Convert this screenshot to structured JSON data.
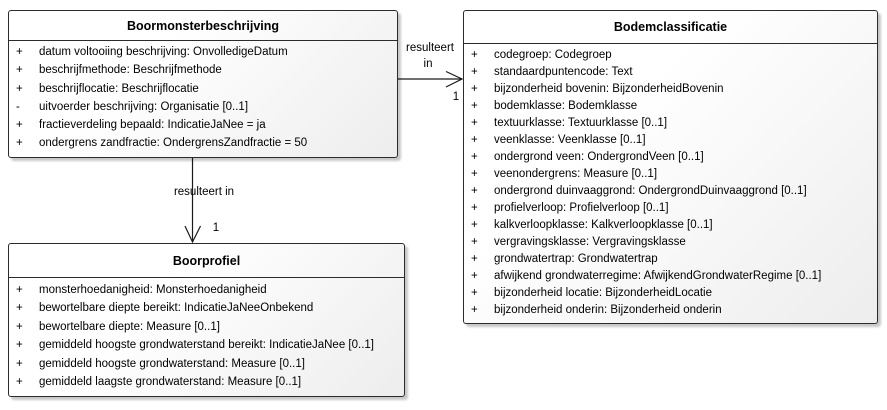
{
  "diagram": {
    "type": "uml-class-diagram",
    "background_color": "#ffffff",
    "box_border_color": "#2b2b2b",
    "box_fill_colors": [
      "#ffffff",
      "#ededed"
    ],
    "text_color": "#000000"
  },
  "classes": [
    {
      "title": "Boormonsterbeschrijving",
      "attributes": [
        {
          "vis": "+",
          "text": "datum voltooiing beschrijving: OnvolledigeDatum"
        },
        {
          "vis": "+",
          "text": "beschrijfmethode: Beschrijfmethode"
        },
        {
          "vis": "+",
          "text": "beschrijflocatie: Beschrijflocatie"
        },
        {
          "vis": "-",
          "text": "uitvoerder beschrijving: Organisatie [0..1]"
        },
        {
          "vis": "+",
          "text": "fractieverdeling bepaald: IndicatieJaNee = ja"
        },
        {
          "vis": "+",
          "text": "ondergrens zandfractie: OndergrensZandfractie = 50"
        }
      ]
    },
    {
      "title": "Bodemclassificatie",
      "attributes": [
        {
          "vis": "+",
          "text": "codegroep: Codegroep"
        },
        {
          "vis": "+",
          "text": "standaardpuntencode: Text"
        },
        {
          "vis": "+",
          "text": "bijzonderheid bovenin: BijzonderheidBovenin"
        },
        {
          "vis": "+",
          "text": "bodemklasse: Bodemklasse"
        },
        {
          "vis": "+",
          "text": "textuurklasse: Textuurklasse [0..1]"
        },
        {
          "vis": "+",
          "text": "veenklasse: Veenklasse [0..1]"
        },
        {
          "vis": "+",
          "text": "ondergrond veen: OndergrondVeen [0..1]"
        },
        {
          "vis": "+",
          "text": "veenondergrens: Measure [0..1]"
        },
        {
          "vis": "+",
          "text": "ondergrond duinvaaggrond: OndergrondDuinvaaggrond [0..1]"
        },
        {
          "vis": "+",
          "text": "profielverloop: Profielverloop [0..1]"
        },
        {
          "vis": "+",
          "text": "kalkverloopklasse: Kalkverloopklasse [0..1]"
        },
        {
          "vis": "+",
          "text": "vergravingsklasse: Vergravingsklasse"
        },
        {
          "vis": "+",
          "text": "grondwatertrap: Grondwatertrap"
        },
        {
          "vis": "+",
          "text": "afwijkend grondwaterregime: AfwijkendGrondwaterRegime [0..1]"
        },
        {
          "vis": "+",
          "text": "bijzonderheid locatie: BijzonderheidLocatie"
        },
        {
          "vis": "+",
          "text": "bijzonderheid onderin: Bijzonderheid onderin"
        }
      ]
    },
    {
      "title": "Boorprofiel",
      "attributes": [
        {
          "vis": "+",
          "text": "monsterhoedanigheid: Monsterhoedanigheid"
        },
        {
          "vis": "+",
          "text": "bewortelbare diepte bereikt: IndicatieJaNeeOnbekend"
        },
        {
          "vis": "+",
          "text": "bewortelbare diepte: Measure [0..1]"
        },
        {
          "vis": "+",
          "text": "gemiddeld hoogste grondwaterstand bereikt: IndicatieJaNee [0..1]"
        },
        {
          "vis": "+",
          "text": "gemiddeld hoogste grondwaterstand: Measure [0..1]"
        },
        {
          "vis": "+",
          "text": "gemiddeld laagste grondwaterstand: Measure [0..1]"
        }
      ]
    }
  ],
  "connectors": [
    {
      "from": "Boormonsterbeschrijving",
      "to": "Bodemclassificatie",
      "label_line1": "resulteert",
      "label_line2": "in",
      "multiplicity": "1"
    },
    {
      "from": "Boormonsterbeschrijving",
      "to": "Boorprofiel",
      "label": "resulteert in",
      "multiplicity": "1"
    }
  ]
}
